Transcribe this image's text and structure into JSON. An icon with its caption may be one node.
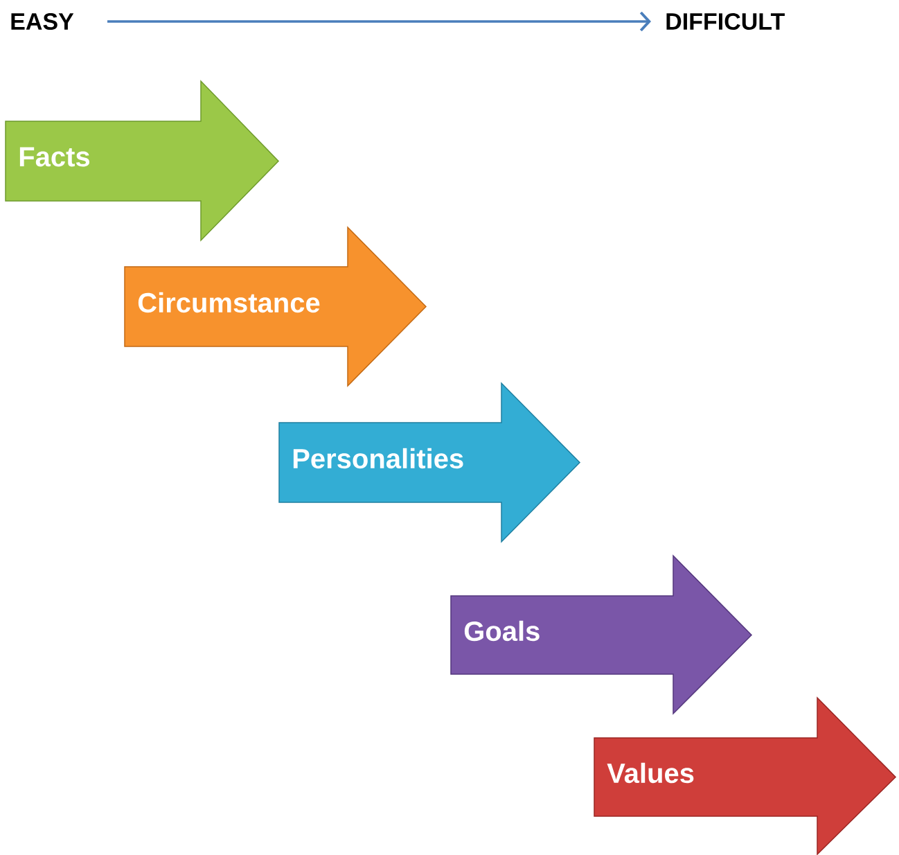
{
  "diagram": {
    "nodes": [
      {
        "text": [
          "EASY"
        ]
      },
      {
        "text": [
          "DIFFICULT"
        ]
      },
      {
        "text": [
          "Facts"
        ]
      },
      {
        "text": [
          "Circumstance"
        ]
      },
      {
        "text": [
          "Personalities"
        ]
      },
      {
        "text": [
          "Goals"
        ]
      },
      {
        "text": [
          "Values"
        ]
      }
    ],
    "edges": [
      {
        "from": 0,
        "to": 1,
        "arrow": "to",
        "color": "#4a7ebb"
      }
    ]
  }
}
